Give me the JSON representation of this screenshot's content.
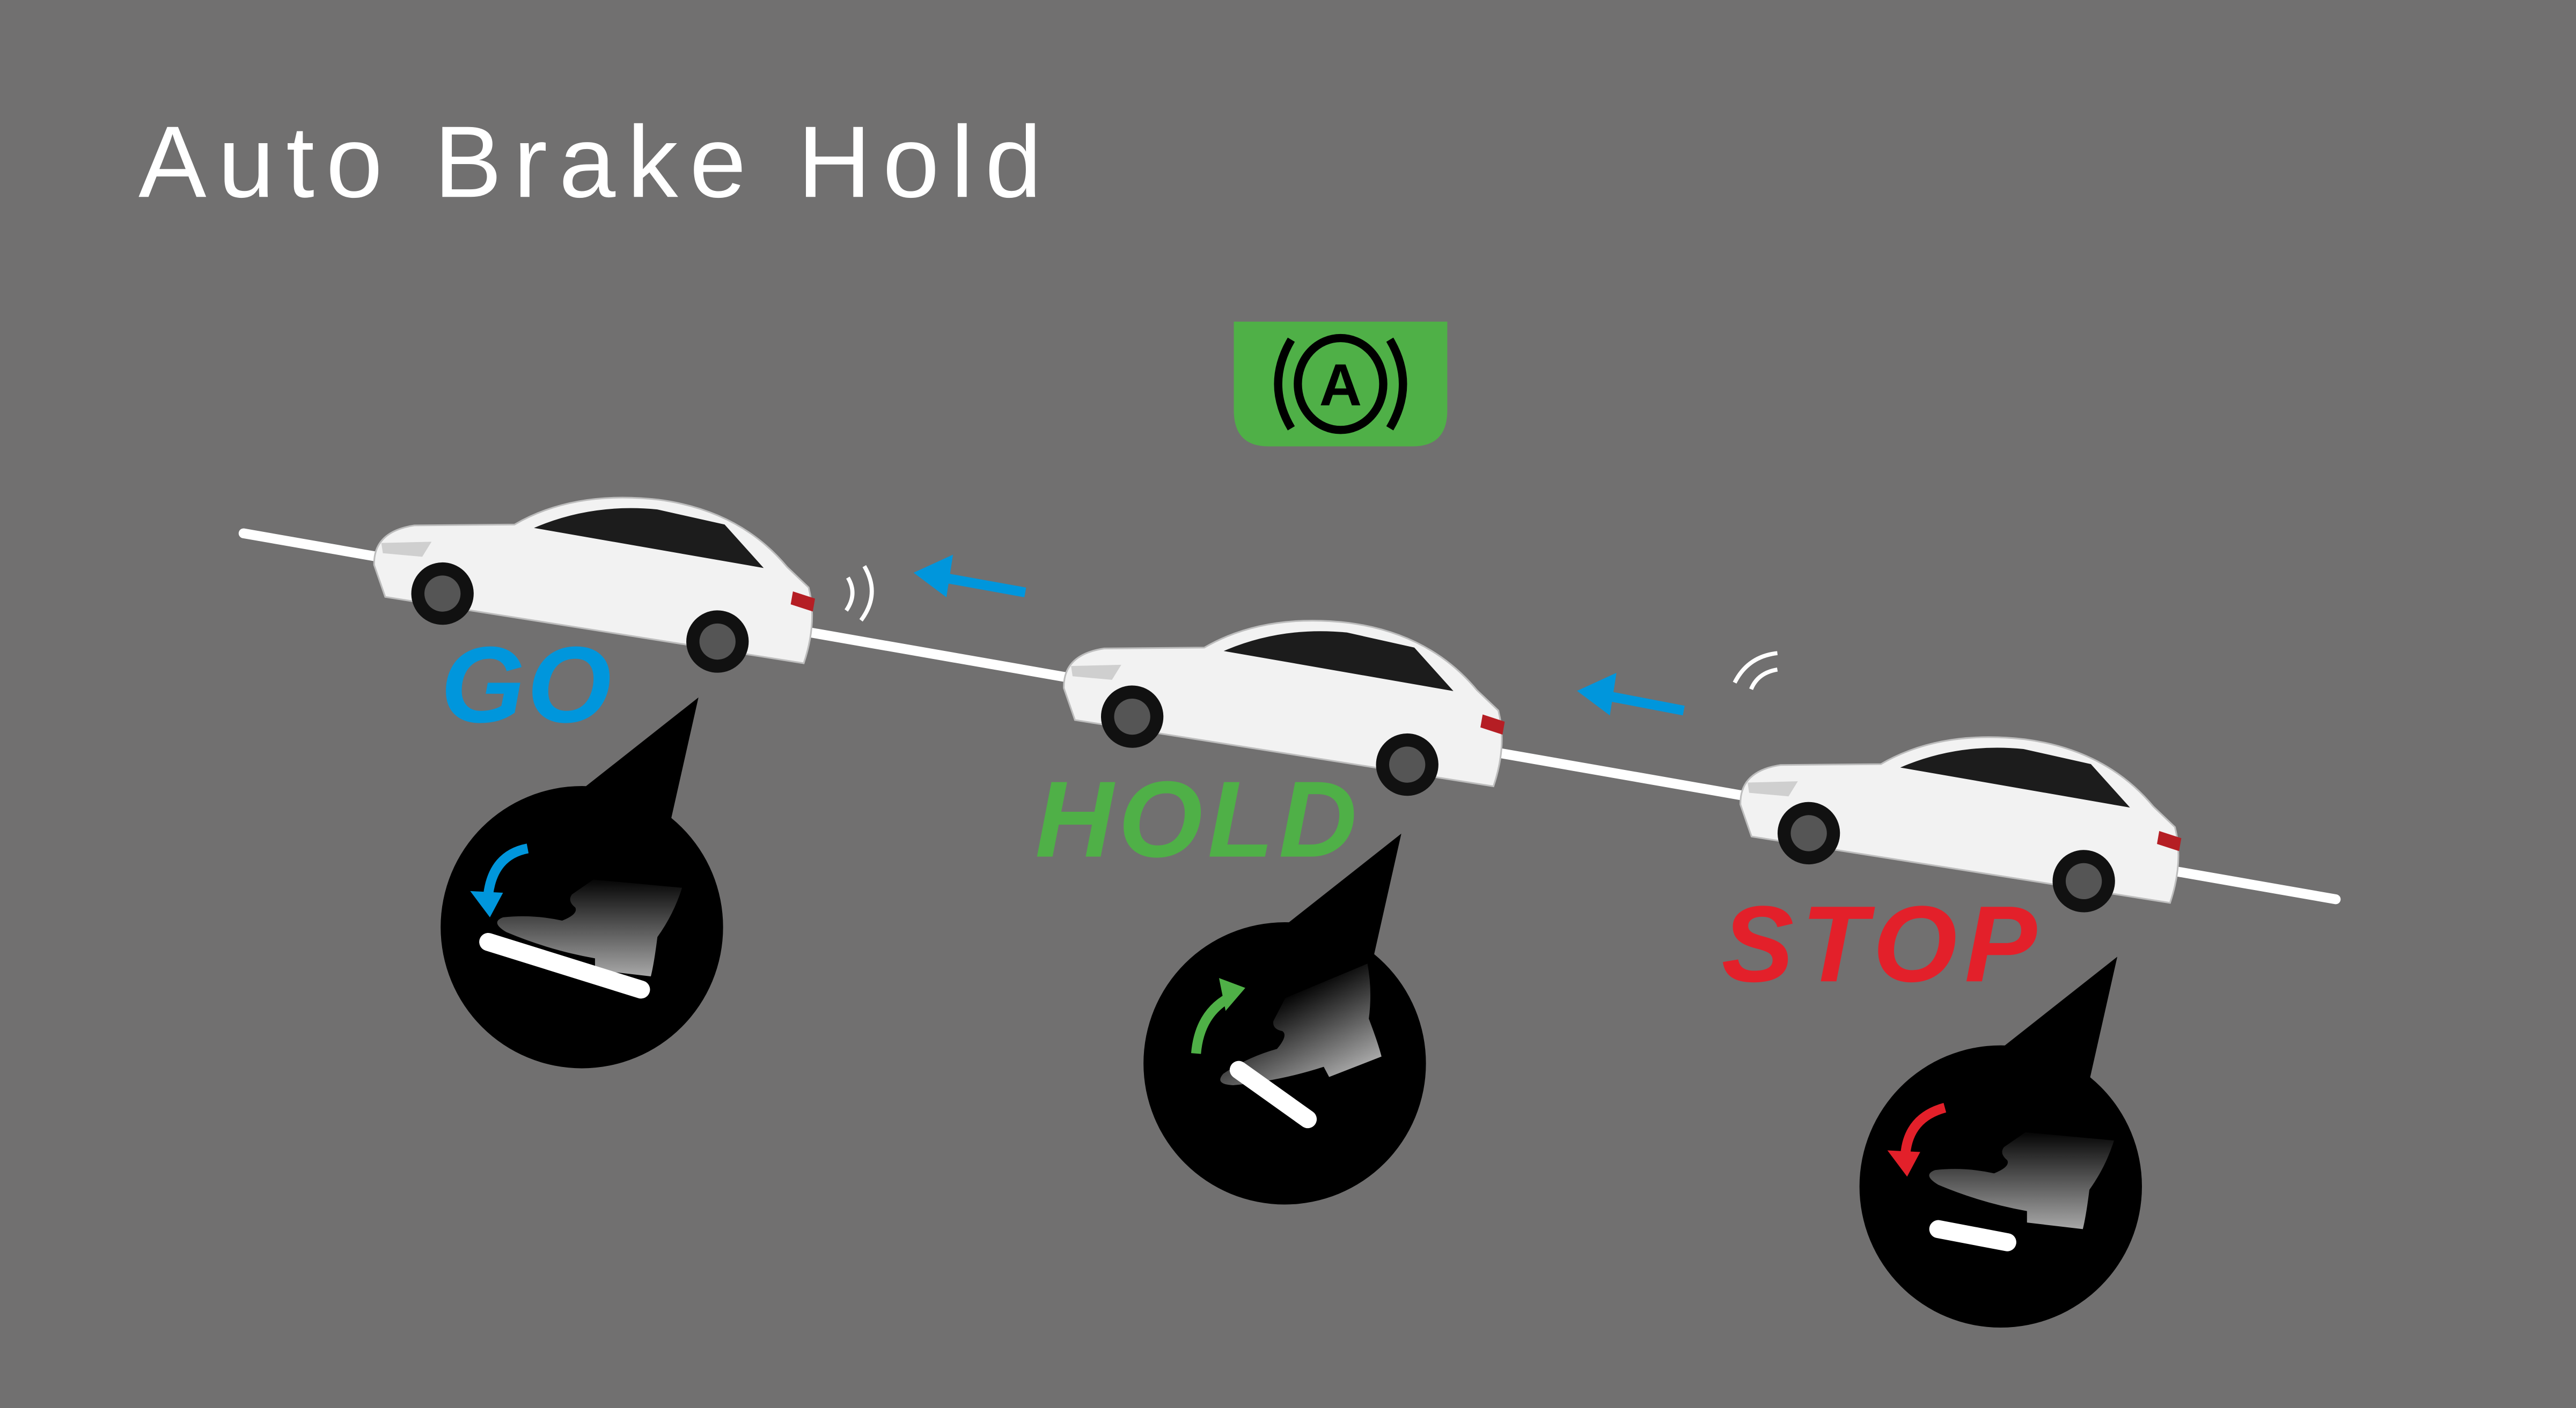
{
  "title": "Auto Brake Hold",
  "indicator": {
    "icon": "auto-brake-hold-icon",
    "letter": "A",
    "color": "#4fb047"
  },
  "stages": [
    {
      "label": "GO",
      "color": "#0096dc",
      "pedal_action": "foot-on-pedal-release"
    },
    {
      "label": "HOLD",
      "color": "#4fb047",
      "pedal_action": "foot-lifted"
    },
    {
      "label": "STOP",
      "color": "#e3202a",
      "pedal_action": "foot-press-brake"
    }
  ],
  "colors": {
    "background": "#717070",
    "arrow": "#0096dc",
    "road": "#ffffff"
  }
}
